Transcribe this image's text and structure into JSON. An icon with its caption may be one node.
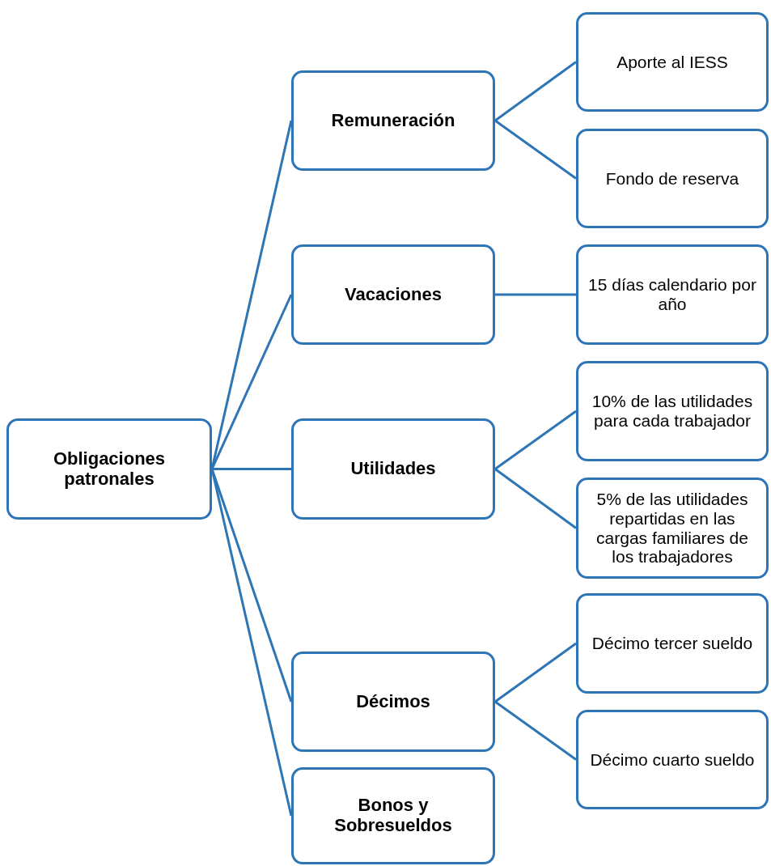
{
  "diagram": {
    "nodes": [
      {
        "text": [
          "Obligaciones patronales"
        ]
      },
      {
        "text": [
          "Remuneración"
        ]
      },
      {
        "text": [
          "Aporte al IESS"
        ]
      },
      {
        "text": [
          "Fondo de reserva"
        ]
      },
      {
        "text": [
          "Vacaciones"
        ]
      },
      {
        "text": [
          "15 días calendario por año"
        ]
      },
      {
        "text": [
          "Utilidades"
        ]
      },
      {
        "text": [
          "10% de las utilidades para cada trabajador"
        ]
      },
      {
        "text": [
          "5% de las utilidades repartidas en las cargas familiares de los trabajadores"
        ]
      },
      {
        "text": [
          "Décimos"
        ]
      },
      {
        "text": [
          "Décimo tercer sueldo"
        ]
      },
      {
        "text": [
          "Décimo cuarto sueldo"
        ]
      },
      {
        "text": [
          "Bonos y Sobresueldos"
        ]
      }
    ],
    "edges": [
      {
        "from": 0,
        "to": 1,
        "arrow": "none"
      },
      {
        "from": 0,
        "to": 4,
        "arrow": "none"
      },
      {
        "from": 0,
        "to": 6,
        "arrow": "none"
      },
      {
        "from": 0,
        "to": 9,
        "arrow": "none"
      },
      {
        "from": 0,
        "to": 12,
        "arrow": "none"
      },
      {
        "from": 1,
        "to": 2,
        "arrow": "none"
      },
      {
        "from": 1,
        "to": 3,
        "arrow": "none"
      },
      {
        "from": 4,
        "to": 5,
        "arrow": "none"
      },
      {
        "from": 6,
        "to": 7,
        "arrow": "none"
      },
      {
        "from": 6,
        "to": 8,
        "arrow": "none"
      },
      {
        "from": 9,
        "to": 10,
        "arrow": "none"
      },
      {
        "from": 9,
        "to": 11,
        "arrow": "none"
      }
    ]
  }
}
